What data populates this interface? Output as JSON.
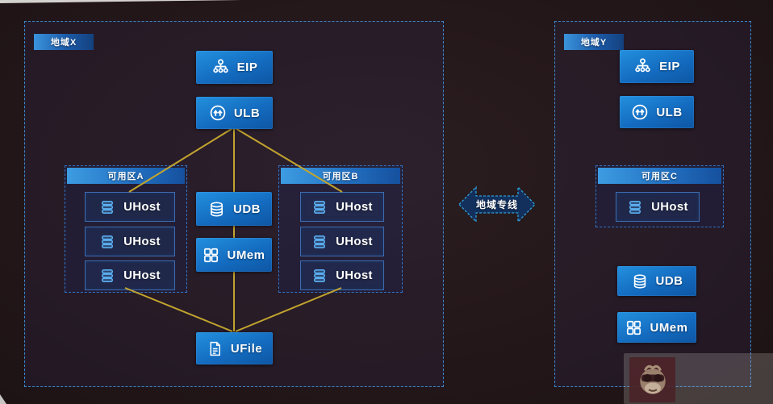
{
  "colors": {
    "background": "#241719",
    "region_border": "#3d85c8",
    "zone_border": "#2f74c8",
    "service_blue_top": "#2390de",
    "service_blue_bottom": "#0e56a4",
    "uhost_border": "#3e6cb0",
    "uhost_icon_blue": "#5aaef0",
    "line_yellow": "#c2a42e",
    "arrow_fill": "#13305c",
    "arrow_border": "#2e9fd9"
  },
  "region_x": {
    "label": "地域X",
    "eip": {
      "label": "EIP",
      "icon": "eip-hierarchy-icon"
    },
    "ulb": {
      "label": "ULB",
      "icon": "load-balancer-icon"
    },
    "udb": {
      "label": "UDB",
      "icon": "database-icon"
    },
    "umem": {
      "label": "UMem",
      "icon": "memory-grid-icon"
    },
    "ufile": {
      "label": "UFile",
      "icon": "file-document-icon"
    },
    "zone_a": {
      "label": "可用区A",
      "hosts": [
        "UHost",
        "UHost",
        "UHost"
      ]
    },
    "zone_b": {
      "label": "可用区B",
      "hosts": [
        "UHost",
        "UHost",
        "UHost"
      ]
    }
  },
  "connector": {
    "label": "地域专线"
  },
  "region_y": {
    "label": "地域Y",
    "eip": {
      "label": "EIP",
      "icon": "eip-hierarchy-icon"
    },
    "ulb": {
      "label": "ULB",
      "icon": "load-balancer-icon"
    },
    "udb": {
      "label": "UDB",
      "icon": "database-icon"
    },
    "umem": {
      "label": "UMem",
      "icon": "memory-grid-icon"
    },
    "zone_c": {
      "label": "可用区C",
      "hosts": [
        "UHost"
      ]
    }
  },
  "watermark": {
    "icon": "monkey-face-logo"
  }
}
